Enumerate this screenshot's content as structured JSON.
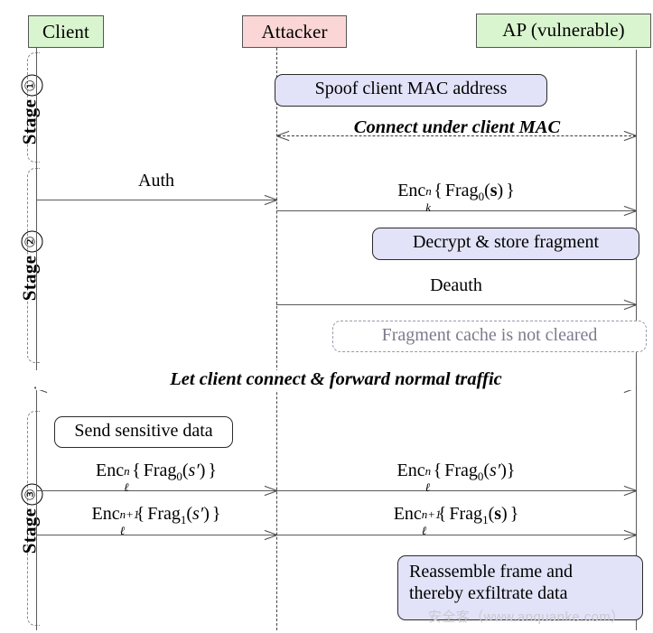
{
  "diagram": {
    "title": "Fragmentation cache attack sequence diagram",
    "colors": {
      "actor_green": "#d9f5cf",
      "actor_pink": "#fbd6d6",
      "note_lavender": "#e2e2f8",
      "note_grey": "#7b7b8d",
      "line": "#5a5a5a"
    }
  },
  "actors": [
    {
      "id": "client",
      "label": "Client",
      "fill": "green"
    },
    {
      "id": "attacker",
      "label": "Attacker",
      "fill": "pink"
    },
    {
      "id": "ap",
      "label": "AP (vulnerable)",
      "fill": "green"
    }
  ],
  "stages": [
    {
      "label": "Stage",
      "number": "①"
    },
    {
      "label": "Stage",
      "number": "②"
    },
    {
      "label": "Stage",
      "number": "③"
    }
  ],
  "notes": [
    {
      "id": "spoof",
      "text": "Spoof client MAC address"
    },
    {
      "id": "decrypt",
      "text": "Decrypt & store fragment"
    },
    {
      "id": "cache",
      "text": "Fragment cache is not cleared"
    },
    {
      "id": "send",
      "text": "Send sensitive data"
    },
    {
      "id": "reassemble",
      "line1": "Reassemble frame and",
      "line2": "thereby exfiltrate data"
    }
  ],
  "messages": [
    {
      "id": "connect-under-mac",
      "text": "Connect under client MAC",
      "style": "dashed-italic",
      "from": "attacker",
      "to": "ap"
    },
    {
      "id": "auth",
      "text": "Auth",
      "style": "solid",
      "from": "client",
      "to": "attacker"
    },
    {
      "id": "enc-frag0-s",
      "text": "Enc n k { Frag 0 ( s ) }",
      "style": "solid",
      "from": "attacker",
      "to": "ap"
    },
    {
      "id": "deauth",
      "text": "Deauth",
      "style": "solid",
      "from": "attacker",
      "to": "ap"
    },
    {
      "id": "let-client-connect",
      "text": "Let client connect & forward normal traffic",
      "style": "dashed-italic",
      "from": "client",
      "to": "ap"
    },
    {
      "id": "enc-frag0-sp-left",
      "text": "Enc n l { Frag 0 ( s' ) }",
      "style": "solid",
      "from": "client",
      "to": "attacker"
    },
    {
      "id": "enc-frag0-sp-right",
      "text": "Enc n l { Frag 0 ( s' ) }",
      "style": "solid",
      "from": "attacker",
      "to": "ap"
    },
    {
      "id": "enc-frag1-sp-left",
      "text": "Enc n+1 l { Frag 1 ( s' ) }",
      "style": "solid",
      "from": "client",
      "to": "attacker"
    },
    {
      "id": "enc-frag1-s-right",
      "text": "Enc n+1 l { Frag 1 ( s ) }",
      "style": "solid",
      "from": "attacker",
      "to": "ap"
    }
  ],
  "math": {
    "enc": "Enc",
    "frag": "Frag",
    "brace_open": "{",
    "brace_close": "}",
    "paren_open": "(",
    "paren_close": ")",
    "sup_n": "n",
    "sup_n_plus_1": "n+1",
    "sub_k": "k",
    "sub_l": "ℓ",
    "idx_0": "0",
    "idx_1": "1",
    "var_s_bold": "s",
    "var_s_prime": "s′"
  },
  "watermark": {
    "text": "安全客（www.anquanke.com）"
  }
}
